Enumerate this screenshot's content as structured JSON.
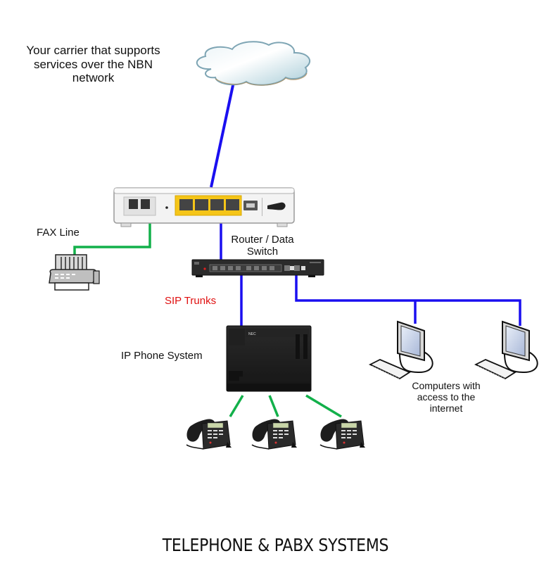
{
  "labels": {
    "carrier": [
      "Your carrier that supports",
      "services over the NBN",
      "network"
    ],
    "fax": "FAX Line",
    "router_line1": "Router / Data",
    "router_line2": "Switch",
    "sip": "SIP Trunks",
    "ip_phone_system": "IP Phone System",
    "computers": [
      "Computers with",
      "access to the",
      "internet"
    ],
    "pbx_brand": "NEC"
  },
  "title": "TELEPHONE & PABX SYSTEMS",
  "colors": {
    "data_link": "#1a0ff0",
    "voice_link": "#12b04a",
    "sip_label": "#e01010"
  },
  "nodes": [
    {
      "id": "cloud",
      "icon": "cloud-icon"
    },
    {
      "id": "nbn-modem",
      "icon": "modem-icon"
    },
    {
      "id": "fax",
      "icon": "fax-icon"
    },
    {
      "id": "switch",
      "icon": "switch-icon"
    },
    {
      "id": "pbx",
      "icon": "pbx-icon"
    },
    {
      "id": "computer-1",
      "icon": "computer-icon"
    },
    {
      "id": "computer-2",
      "icon": "computer-icon"
    },
    {
      "id": "phone-1",
      "icon": "desk-phone-icon"
    },
    {
      "id": "phone-2",
      "icon": "desk-phone-icon"
    },
    {
      "id": "phone-3",
      "icon": "desk-phone-icon"
    }
  ]
}
